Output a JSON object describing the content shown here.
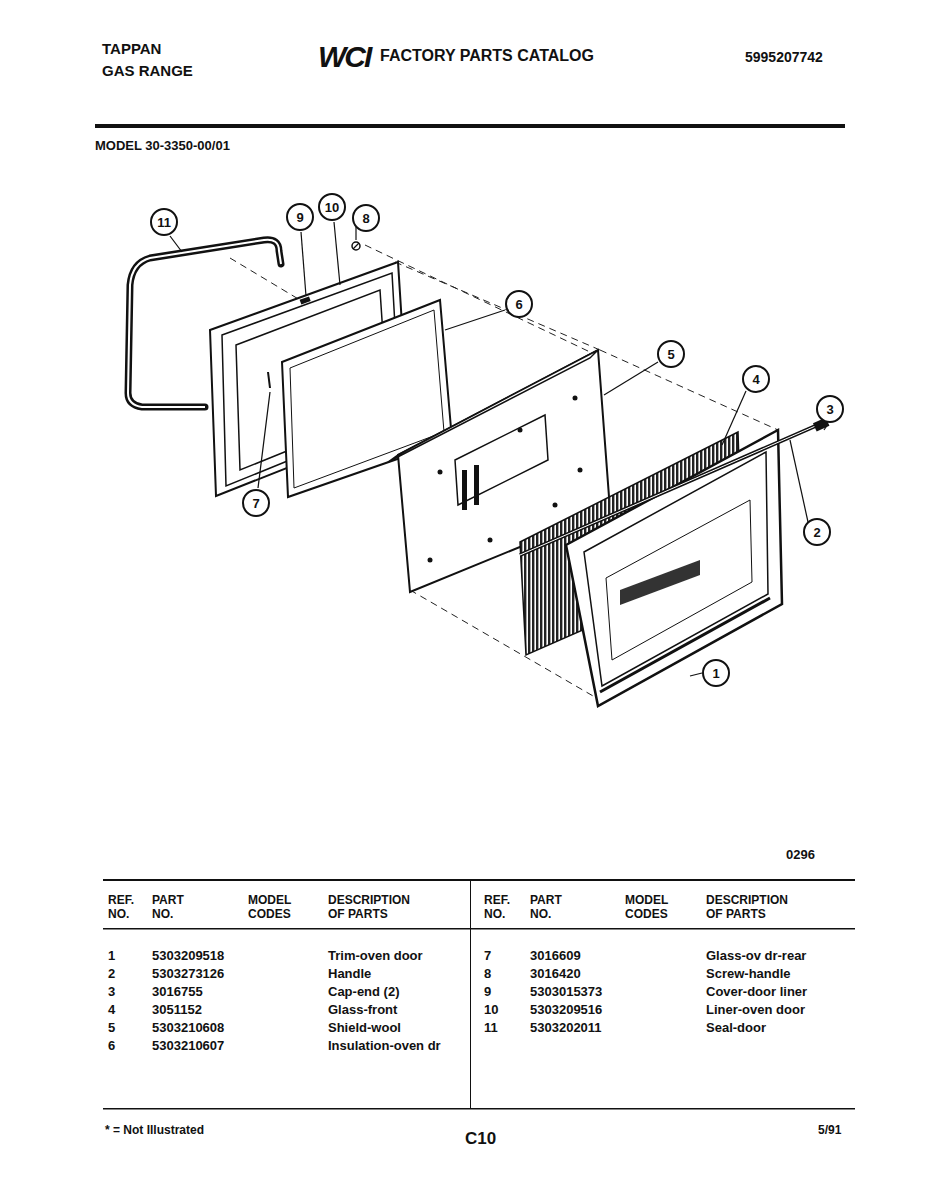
{
  "diagram": {
    "title": "FACTORY PARTS CATALOG",
    "nodes": [
      {
        "text": [
          "11"
        ]
      },
      {
        "text": [
          "9"
        ]
      },
      {
        "text": [
          "10"
        ]
      },
      {
        "text": [
          "8"
        ]
      },
      {
        "text": [
          "6"
        ]
      },
      {
        "text": [
          "5"
        ]
      },
      {
        "text": [
          "4"
        ]
      },
      {
        "text": [
          "3"
        ]
      },
      {
        "text": [
          "7"
        ]
      },
      {
        "text": [
          "2"
        ]
      },
      {
        "text": [
          "1"
        ]
      }
    ],
    "labels": [
      "TAPPAN",
      "GAS RANGE",
      "WCI",
      "5995207742",
      "MODEL 30-3350-00/01",
      "0296",
      "REF. NO.",
      "PART NO.",
      "MODEL CODES",
      "DESCRIPTION OF PARTS",
      "REF. NO.",
      "PART NO.",
      "MODEL CODES",
      "DESCRIPTION OF PARTS",
      "1",
      "5303209518",
      "Trim-oven door",
      "2",
      "5303273126",
      "Handle",
      "3",
      "3016755",
      "Cap-end (2)",
      "4",
      "3051152",
      "Glass-front",
      "5",
      "5303210608",
      "Shield-wool",
      "6",
      "5303210607",
      "Insulation-oven dr",
      "7",
      "3016609",
      "Glass-ov dr-rear",
      "8",
      "3016420",
      "Screw-handle",
      "9",
      "5303015373",
      "Cover-door liner",
      "10",
      "5303209516",
      "Liner-oven door",
      "11",
      "5303202011",
      "Seal-door",
      "* = Not Illustrated",
      "C10",
      "5/91"
    ]
  }
}
